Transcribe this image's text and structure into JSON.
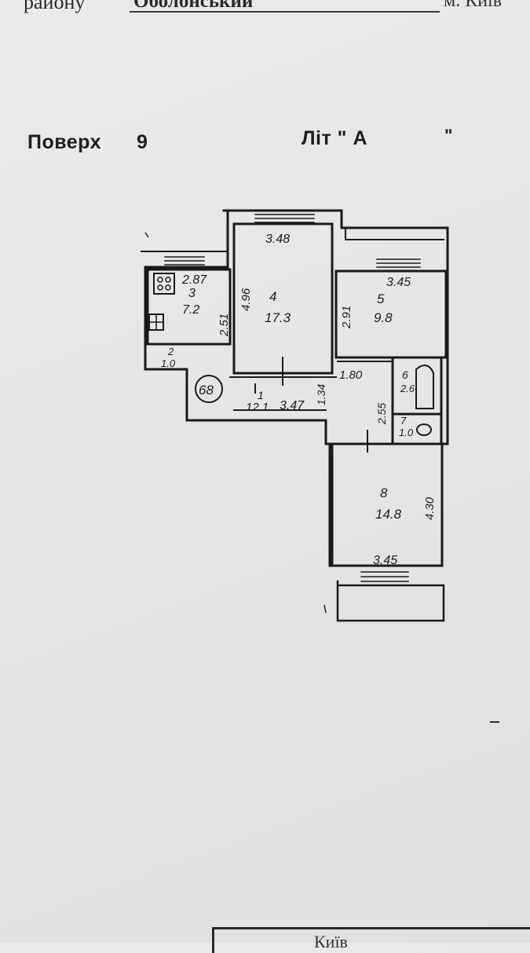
{
  "header": {
    "district_label": "району",
    "district_value": "Оболонський",
    "city": "м. Київ"
  },
  "floor": {
    "label": "Поверх",
    "value": "9"
  },
  "liter": {
    "label": "Літ \" А",
    "closing_quote": "\""
  },
  "plan": {
    "rooms": [
      {
        "number": "3",
        "area": "7.2",
        "width": "2.87",
        "length": "2.51"
      },
      {
        "number": "4",
        "area": "17.3",
        "width": "3.48",
        "length": "4.96"
      },
      {
        "number": "5",
        "area": "9.8",
        "width": "3.45",
        "length": "2.91"
      },
      {
        "number": "1",
        "area": "12.1",
        "width": "3.47",
        "length": "1.34"
      },
      {
        "number": "2",
        "area": "1.0"
      },
      {
        "number": "6",
        "area": "2.6",
        "length": "2.55"
      },
      {
        "number": "7",
        "area": "1.0"
      },
      {
        "number": "8",
        "area": "14.8",
        "width": "3.45",
        "length": "4.30"
      }
    ],
    "corridor_width": "1.80",
    "total_area": "68"
  },
  "footer": {
    "text": "Київ"
  }
}
